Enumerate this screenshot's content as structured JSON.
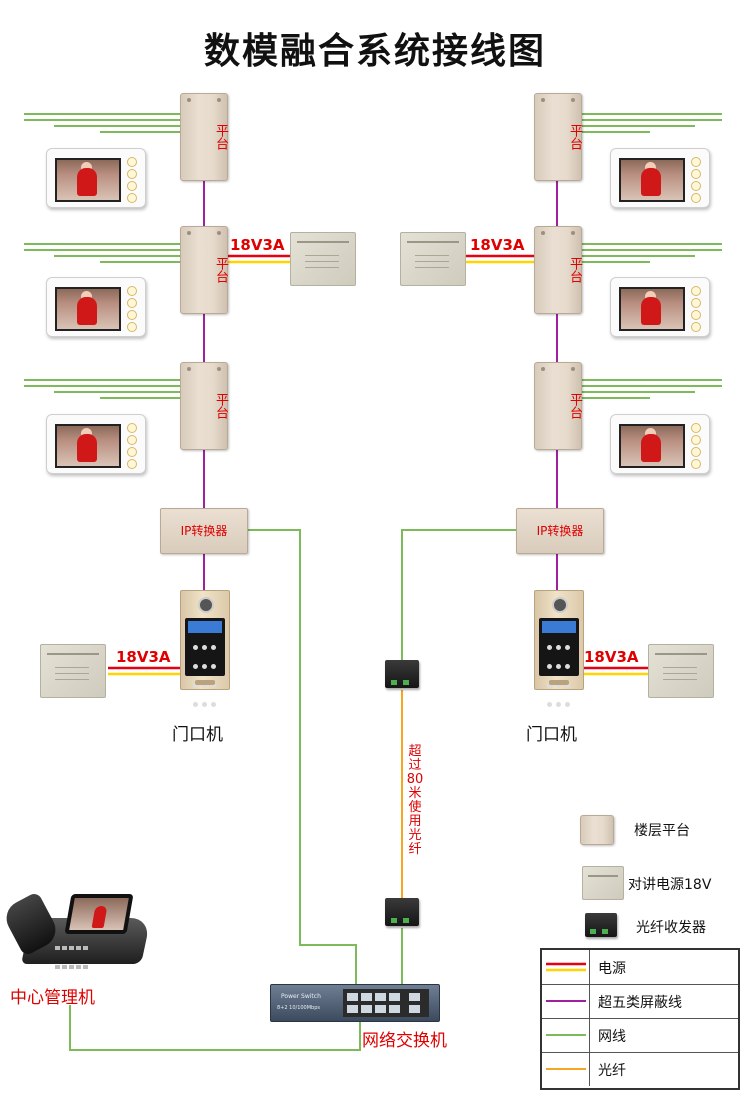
{
  "title": "数模融合系统接线图",
  "platform_label": "平台",
  "power_label": "18V3A",
  "ip_converter_label": "IP转换器",
  "door_station_label": "门口机",
  "fiber_note": "超过80米使用光纤",
  "switch": {
    "label": "网络交换机",
    "brand": "Power Switch",
    "spec": "8+2 10/100Mbps"
  },
  "central_label": "中心管理机",
  "legend": {
    "icons": [
      {
        "icon": "floor-platform",
        "label": "楼层平台"
      },
      {
        "icon": "intercom-power-supply",
        "label": "对讲电源18V"
      },
      {
        "icon": "optical-transceiver",
        "label": "光纤收发器"
      }
    ],
    "lines": [
      {
        "label": "电源",
        "colors": [
          "#e60012",
          "#ffd400"
        ]
      },
      {
        "label": "超五类屏蔽线",
        "colors": [
          "#a020a0"
        ]
      },
      {
        "label": "网线",
        "colors": [
          "#7dbb5a"
        ]
      },
      {
        "label": "光纤",
        "colors": [
          "#f5a623"
        ]
      }
    ]
  },
  "colors": {
    "power_red": "#e60012",
    "power_yellow": "#ffd400",
    "shielded_cable": "#a020a0",
    "network_cable": "#7dbb5a",
    "fiber": "#f5a623"
  }
}
